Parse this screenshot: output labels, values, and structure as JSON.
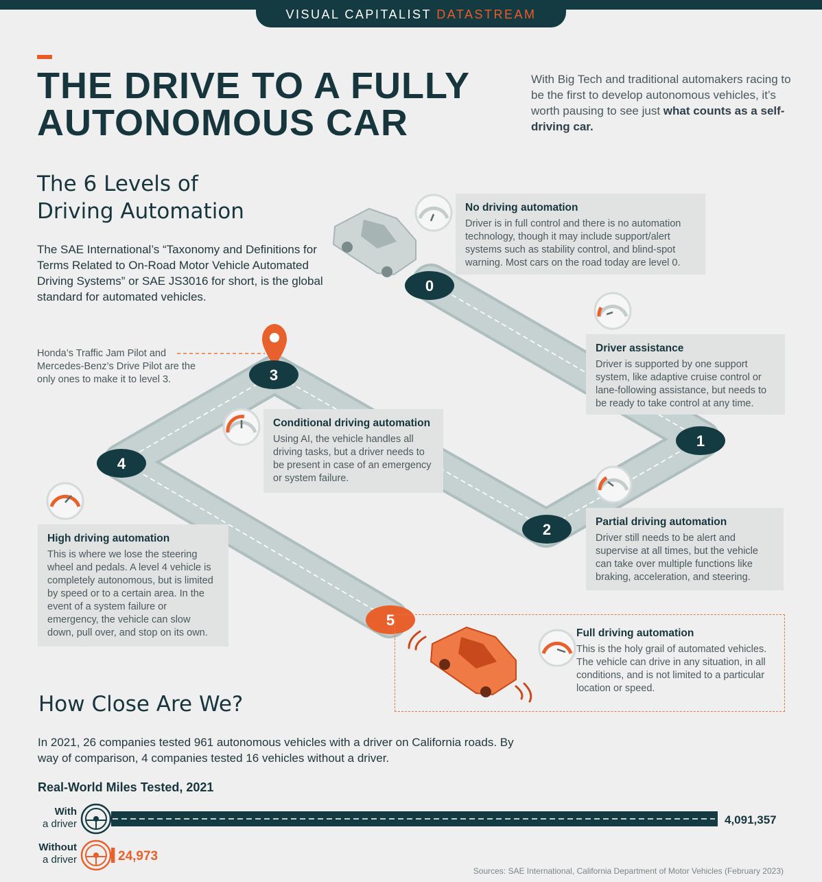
{
  "header": {
    "brand_main": "VISUAL CAPITALIST ",
    "brand_accent": "DATASTREAM"
  },
  "title_line1": "THE DRIVE TO A FULLY",
  "title_line2": "AUTONOMOUS CAR",
  "intro_text": "With Big Tech and traditional automakers racing to be the first to develop autonomous vehicles, it’s worth pausing to see just ",
  "intro_bold": "what counts as a self-driving car.",
  "levels_heading_line1": "The 6 Levels of",
  "levels_heading_line2": "Driving Automation",
  "levels_intro": "The SAE International’s “Taxonomy and Definitions for Terms Related to On-Road Motor Vehicle Automated Driving Systems” or SAE JS3016 for short, is the global standard for automated vehicles.",
  "level3_note": "Honda’s Traffic Jam Pilot and Mercedes-Benz’s Drive Pilot are the only ones to make it to level 3.",
  "levels": [
    {
      "number": "0",
      "title": "No driving automation",
      "text": "Driver is in full control and there is no automation technology, though it may include support/alert systems such as stability control, and blind-spot warning. Most cars on the road today are level 0."
    },
    {
      "number": "1",
      "title": "Driver assistance",
      "text": "Driver is supported by one support system, like adaptive cruise control or lane-following assistance, but needs to be ready to take control at any time."
    },
    {
      "number": "2",
      "title": "Partial driving automation",
      "text": "Driver still needs to be alert and supervise at all times, but the vehicle can take over multiple functions like braking, acceleration, and steering."
    },
    {
      "number": "3",
      "title": "Conditional driving automation",
      "text": "Using AI, the vehicle handles all driving tasks, but a driver needs to be present in case of an emergency or system failure."
    },
    {
      "number": "4",
      "title": "High driving automation",
      "text": "This is where we lose the steering wheel and pedals. A level 4 vehicle is completely autonomous, but is limited by speed or to a certain area. In the event of a system failure or emergency, the vehicle can slow down, pull over, and stop on its own."
    },
    {
      "number": "5",
      "title": "Full driving automation",
      "text": "This is the holy grail of automated vehicles. The vehicle can drive in any situation, in all conditions, and is not limited to a particular location or speed."
    }
  ],
  "close_heading": "How Close Are We?",
  "close_text": "In 2021, 26 companies tested 961 autonomous vehicles with a driver on California roads. By way of comparison, 4 companies tested 16 vehicles without a driver.",
  "chart_data": {
    "type": "bar",
    "title": "Real-World Miles Tested, 2021",
    "categories": [
      "With a driver",
      "Without a driver"
    ],
    "values": [
      4091357,
      24973
    ],
    "value_labels": [
      "4,091,357",
      "24,973"
    ],
    "label_lines": [
      [
        "With",
        "a driver"
      ],
      [
        "Without",
        "a driver"
      ]
    ],
    "colors": [
      "#143a42",
      "#e8602c"
    ]
  },
  "source": "Sources: SAE International, California Department of Motor Vehicles (February 2023)",
  "colors": {
    "navy": "#143a42",
    "orange": "#e8602c",
    "road": "#c6d2d2",
    "background": "#efefef"
  },
  "icons": [
    "speedometer-icon",
    "steering-wheel-icon",
    "location-pin-icon",
    "car-illustration"
  ]
}
